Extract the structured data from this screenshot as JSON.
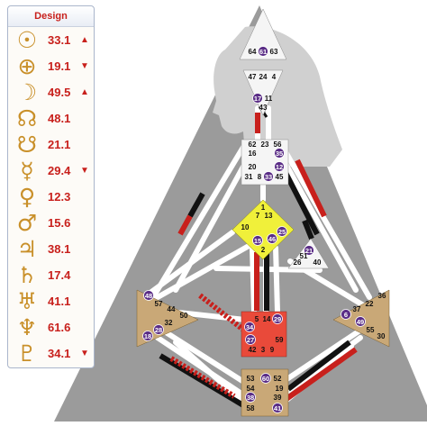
{
  "panel": {
    "title": "Design",
    "rows": [
      {
        "glyph": "☉",
        "icon": "sun-icon",
        "value": "33.1",
        "arrow": "▲"
      },
      {
        "glyph": "⊕",
        "icon": "earth-icon",
        "value": "19.1",
        "arrow": "▼"
      },
      {
        "glyph": "☽",
        "icon": "moon-icon",
        "value": "49.5",
        "arrow": "▲"
      },
      {
        "glyph": "☊",
        "icon": "north-node-icon",
        "value": "48.1",
        "arrow": ""
      },
      {
        "glyph": "☋",
        "icon": "south-node-icon",
        "value": "21.1",
        "arrow": ""
      },
      {
        "glyph": "☿",
        "icon": "mercury-icon",
        "value": "29.4",
        "arrow": "▼"
      },
      {
        "glyph": "♀",
        "icon": "venus-icon",
        "value": "12.3",
        "arrow": ""
      },
      {
        "glyph": "♂",
        "icon": "mars-icon",
        "value": "15.6",
        "arrow": ""
      },
      {
        "glyph": "♃",
        "icon": "jupiter-icon",
        "value": "38.1",
        "arrow": ""
      },
      {
        "glyph": "♄",
        "icon": "saturn-icon",
        "value": "17.4",
        "arrow": ""
      },
      {
        "glyph": "♅",
        "icon": "uranus-icon",
        "value": "41.1",
        "arrow": ""
      },
      {
        "glyph": "♆",
        "icon": "neptune-icon",
        "value": "61.6",
        "arrow": ""
      },
      {
        "glyph": "♇",
        "icon": "pluto-icon",
        "value": "34.1",
        "arrow": "▼"
      }
    ]
  },
  "colors": {
    "accent": "#c8201c",
    "glyph": "#c9902a",
    "badge": "#5a2d86",
    "head_center": "#f5f5f5",
    "ajna_center": "#f5f5f5",
    "throat_center": "#f5f5f5",
    "g_center": "#f0f03a",
    "sacral_center": "#e94a3a",
    "root_center": "#c9a877",
    "spleen_center": "#c9a877",
    "solar_plexus_center": "#c9a877",
    "ego_center": "#f5f5f5",
    "silhouette": "#9a9a9a"
  },
  "gates": {
    "head": [
      "64",
      "61",
      "63"
    ],
    "ajna": [
      "47",
      "24",
      "4",
      "17",
      "11",
      "43"
    ],
    "throat": [
      "62",
      "23",
      "56",
      "16",
      "35",
      "20",
      "12",
      "31",
      "8",
      "33",
      "45"
    ],
    "g": [
      "1",
      "7",
      "13",
      "10",
      "25",
      "15",
      "46",
      "2"
    ],
    "ego": [
      "21",
      "51",
      "26",
      "40"
    ],
    "spleen": [
      "48",
      "57",
      "44",
      "50",
      "32",
      "28",
      "18"
    ],
    "sacral": [
      "5",
      "14",
      "29",
      "34",
      "27",
      "59",
      "42",
      "3",
      "9"
    ],
    "solar_plexus": [
      "36",
      "22",
      "37",
      "6",
      "49",
      "55",
      "30"
    ],
    "root": [
      "53",
      "60",
      "52",
      "54",
      "19",
      "58",
      "38",
      "39",
      "41"
    ]
  }
}
